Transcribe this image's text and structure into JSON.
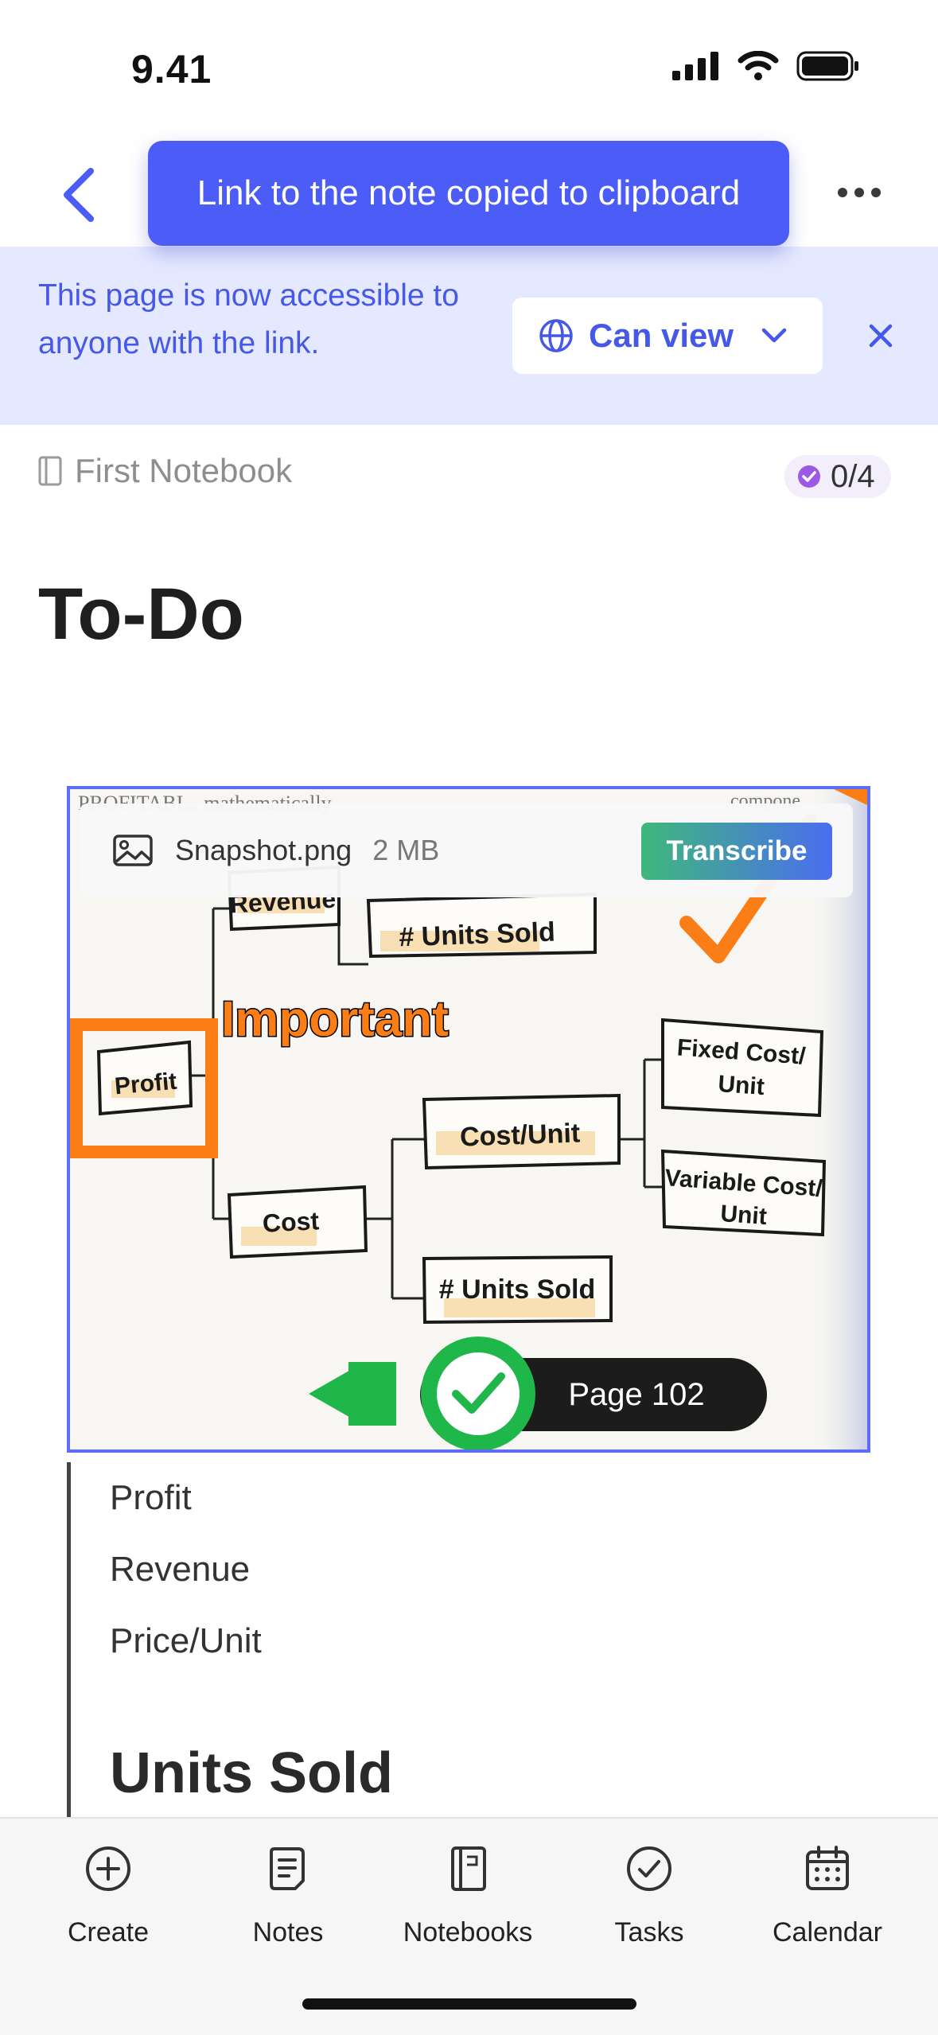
{
  "status_bar": {
    "time": "9.41"
  },
  "toast": {
    "message": "Link to the note copied to clipboard"
  },
  "share_banner": {
    "message": "This page is now accessible to anyone with the link.",
    "permission": "Can view"
  },
  "note": {
    "notebook": "First Notebook",
    "task_progress": "0/4",
    "title": "To-Do",
    "attachment": {
      "file_name": "Snapshot.png",
      "file_size": "2 MB",
      "transcribe_label": "Transcribe"
    },
    "image_text": {
      "scan_top_left": "PROFITABI... mathematically",
      "scan_top_right": "compone",
      "revenue": "Revenue",
      "units_sold_top": "# Units Sold",
      "important": "Important",
      "profit": "Profit",
      "fixed_cost_line1": "Fixed Cost/",
      "fixed_cost_line2": "Unit",
      "cost_unit": "Cost/Unit",
      "variable_cost_line1": "Variable Cost/",
      "variable_cost_line2": "Unit",
      "cost": "Cost",
      "units_sold_bottom": "# Units Sold",
      "page_badge": "Page 102"
    },
    "list": [
      "Profit",
      "Revenue",
      "Price/Unit"
    ],
    "heading": "Units Sold"
  },
  "tabs": [
    {
      "label": "Create",
      "icon": "plus-circle-icon"
    },
    {
      "label": "Notes",
      "icon": "note-icon"
    },
    {
      "label": "Notebooks",
      "icon": "notebook-icon"
    },
    {
      "label": "Tasks",
      "icon": "check-circle-icon"
    },
    {
      "label": "Calendar",
      "icon": "calendar-icon"
    }
  ],
  "colors": {
    "accent": "#4c5cf6",
    "banner_bg": "#e5e9ff",
    "banner_text": "#4658e8"
  }
}
